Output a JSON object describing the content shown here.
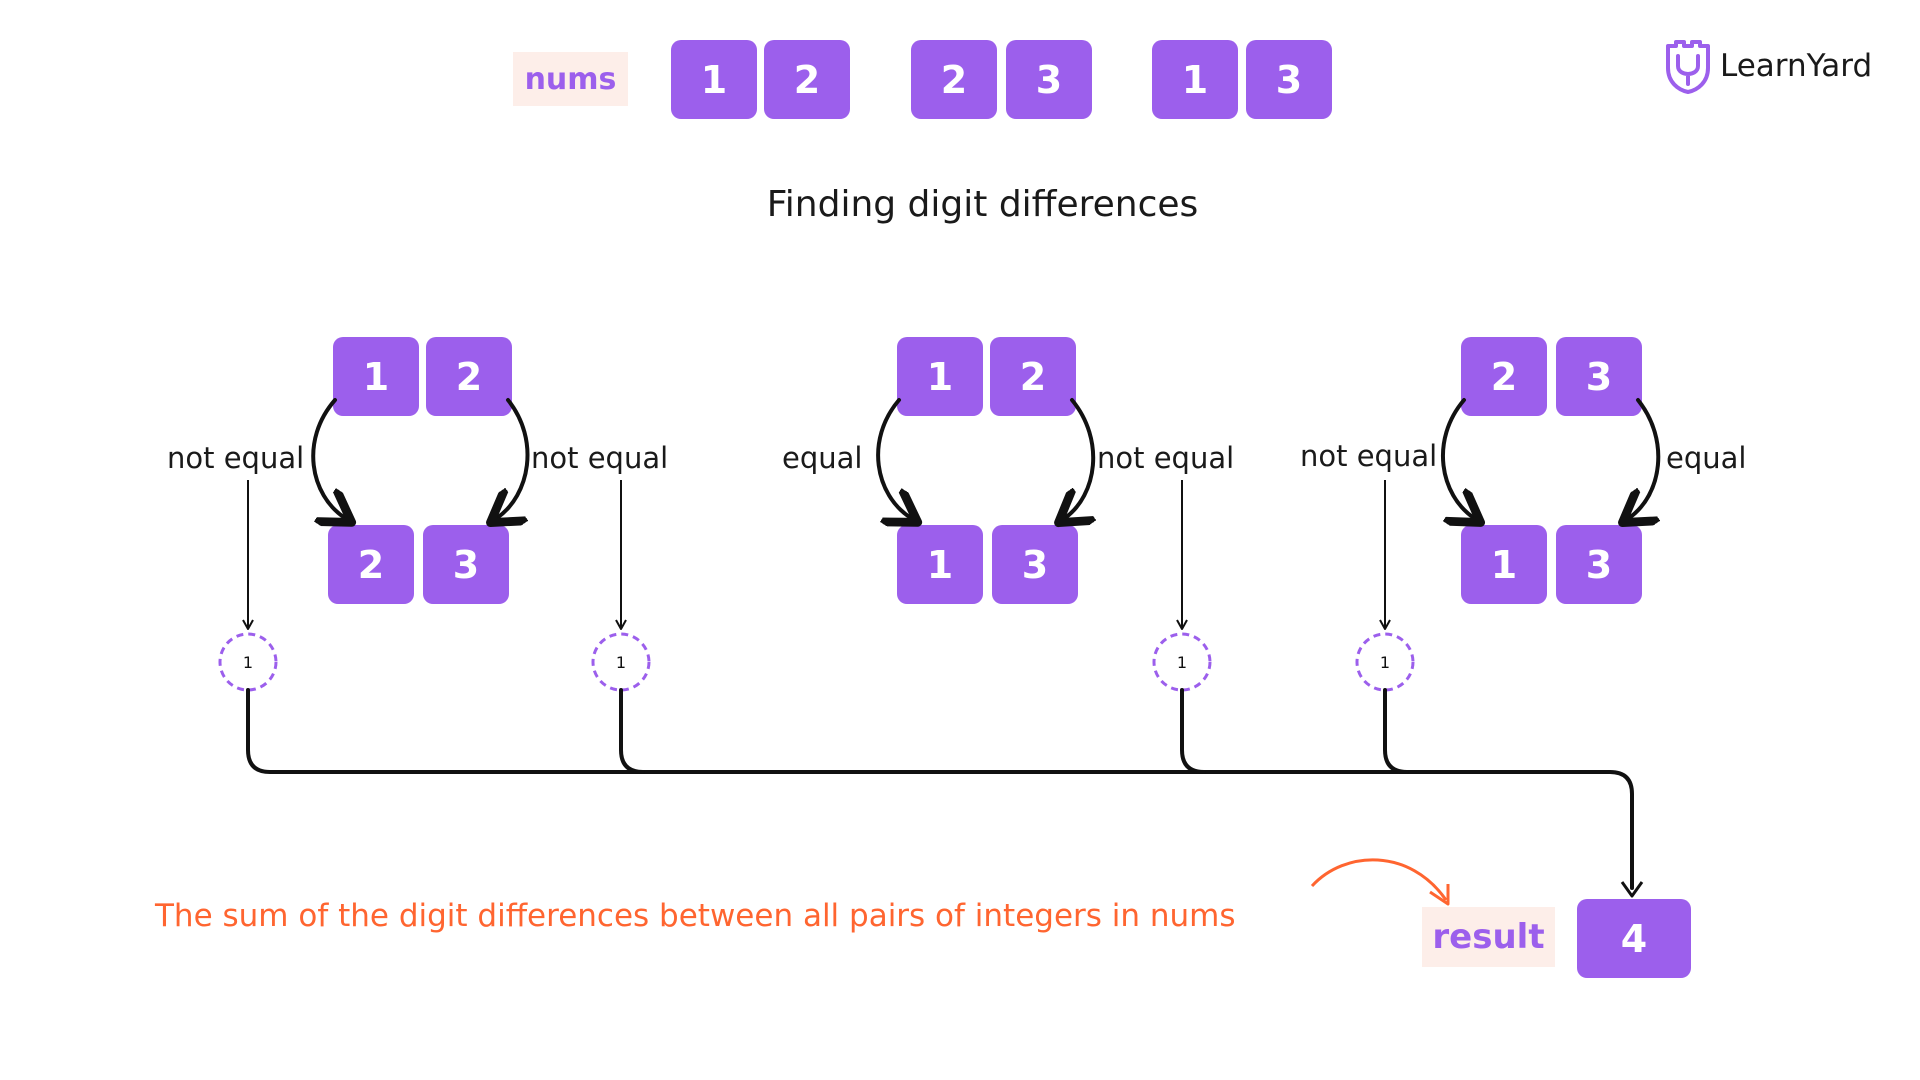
{
  "header": {
    "nums_label": "nums",
    "nums": [
      [
        "1",
        "2"
      ],
      [
        "2",
        "3"
      ],
      [
        "1",
        "3"
      ]
    ]
  },
  "title": "Finding digit differences",
  "logo": {
    "text": "LearnYard",
    "icon": "learnyard-shield-icon"
  },
  "comparisons": [
    {
      "top": [
        "1",
        "2"
      ],
      "bottom": [
        "2",
        "3"
      ],
      "left_label": "not equal",
      "right_label": "not equal"
    },
    {
      "top": [
        "1",
        "2"
      ],
      "bottom": [
        "1",
        "3"
      ],
      "left_label": "equal",
      "right_label": "not equal"
    },
    {
      "top": [
        "2",
        "3"
      ],
      "bottom": [
        "1",
        "3"
      ],
      "left_label": "not equal",
      "right_label": "equal"
    }
  ],
  "markers": [
    "1",
    "1",
    "1",
    "1"
  ],
  "caption": "The sum of the digit differences between all pairs of integers in nums",
  "result": {
    "label": "result",
    "value": "4"
  },
  "colors": {
    "cell": "#9c5fec",
    "tag_bg": "#fdeee9",
    "accent": "#ff6530",
    "line": "#111111"
  }
}
